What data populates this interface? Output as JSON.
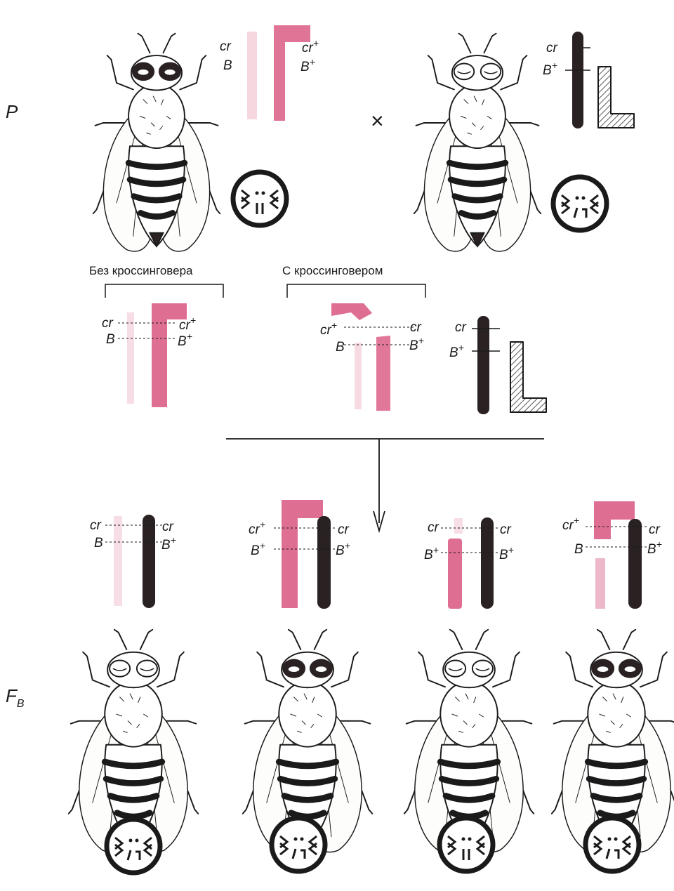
{
  "generations": {
    "parental": "P",
    "testcross": "F",
    "testcross_sub": "B"
  },
  "cross_symbol": "×",
  "gametes": {
    "no_crossover": "Без кроссинговера",
    "with_crossover": "С кроссинговером"
  },
  "genes": {
    "cr": "cr",
    "B": "B",
    "plus": "+"
  },
  "colors": {
    "maternal_chromosome": "#d9567f",
    "paternal_chromosome": "#2a2122",
    "y_chromosome_hatch": "#555555",
    "ink": "#1a1a1a"
  }
}
